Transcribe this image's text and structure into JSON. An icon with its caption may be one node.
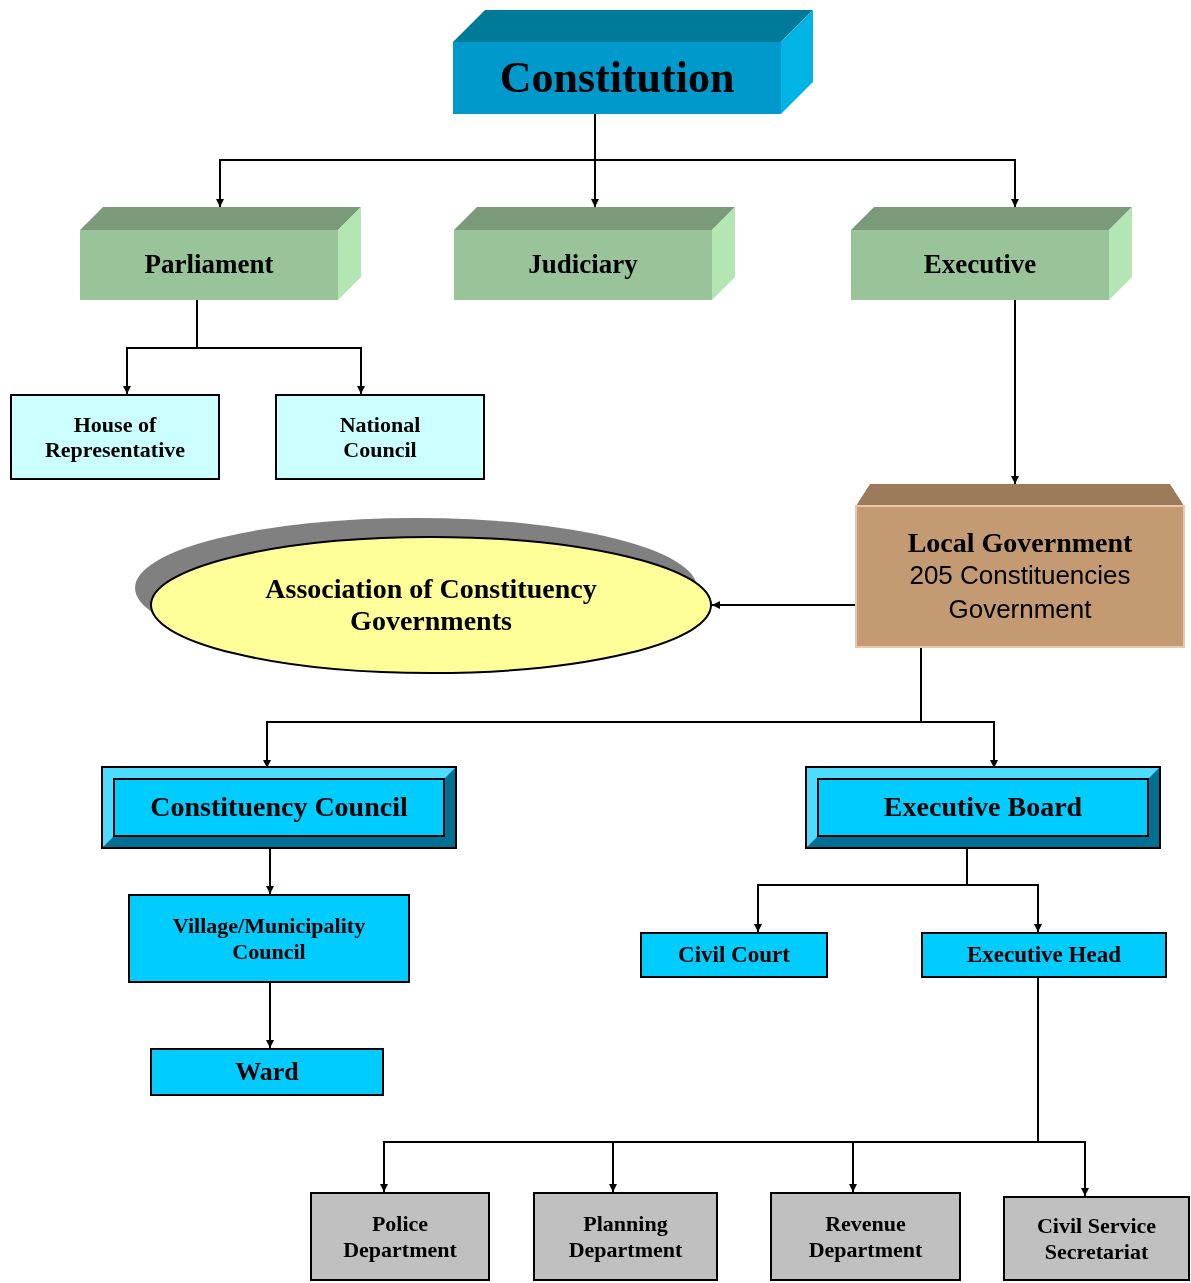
{
  "diagram": {
    "nodes": [
      {
        "text": [
          "Constitution"
        ]
      },
      {
        "text": [
          "Parliament"
        ]
      },
      {
        "text": [
          "Judiciary"
        ]
      },
      {
        "text": [
          "Executive"
        ]
      },
      {
        "text": [
          "House of Representative"
        ]
      },
      {
        "text": [
          "National Council"
        ]
      },
      {
        "text": [
          "Local Government",
          "205 Constituencies Government"
        ]
      },
      {
        "text": [
          "Association of Constituency Governments"
        ]
      },
      {
        "text": [
          "Constituency Council"
        ]
      },
      {
        "text": [
          "Executive Board"
        ]
      },
      {
        "text": [
          "Village/Municipality Council"
        ]
      },
      {
        "text": [
          "Ward"
        ]
      },
      {
        "text": [
          "Civil Court"
        ]
      },
      {
        "text": [
          "Executive Head"
        ]
      },
      {
        "text": [
          "Police Department"
        ]
      },
      {
        "text": [
          "Planning Department"
        ]
      },
      {
        "text": [
          "Revenue Department"
        ]
      },
      {
        "text": [
          "Civil Service Secretariat"
        ]
      }
    ],
    "edges": [
      {
        "from": 0,
        "to": 1,
        "arrow": "to"
      },
      {
        "from": 0,
        "to": 2,
        "arrow": "to"
      },
      {
        "from": 0,
        "to": 3,
        "arrow": "to"
      },
      {
        "from": 1,
        "to": 4,
        "arrow": "to"
      },
      {
        "from": 1,
        "to": 5,
        "arrow": "to"
      },
      {
        "from": 3,
        "to": 6,
        "arrow": "to"
      },
      {
        "from": 6,
        "to": 7,
        "arrow": "to"
      },
      {
        "from": 6,
        "to": 8,
        "arrow": "to"
      },
      {
        "from": 6,
        "to": 9,
        "arrow": "to"
      },
      {
        "from": 8,
        "to": 10,
        "arrow": "to"
      },
      {
        "from": 10,
        "to": 11,
        "arrow": "to"
      },
      {
        "from": 9,
        "to": 12,
        "arrow": "to"
      },
      {
        "from": 9,
        "to": 13,
        "arrow": "to"
      },
      {
        "from": 13,
        "to": 14,
        "arrow": "to"
      },
      {
        "from": 13,
        "to": 15,
        "arrow": "to"
      },
      {
        "from": 13,
        "to": 16,
        "arrow": "to"
      },
      {
        "from": 13,
        "to": 17,
        "arrow": "to"
      }
    ]
  }
}
